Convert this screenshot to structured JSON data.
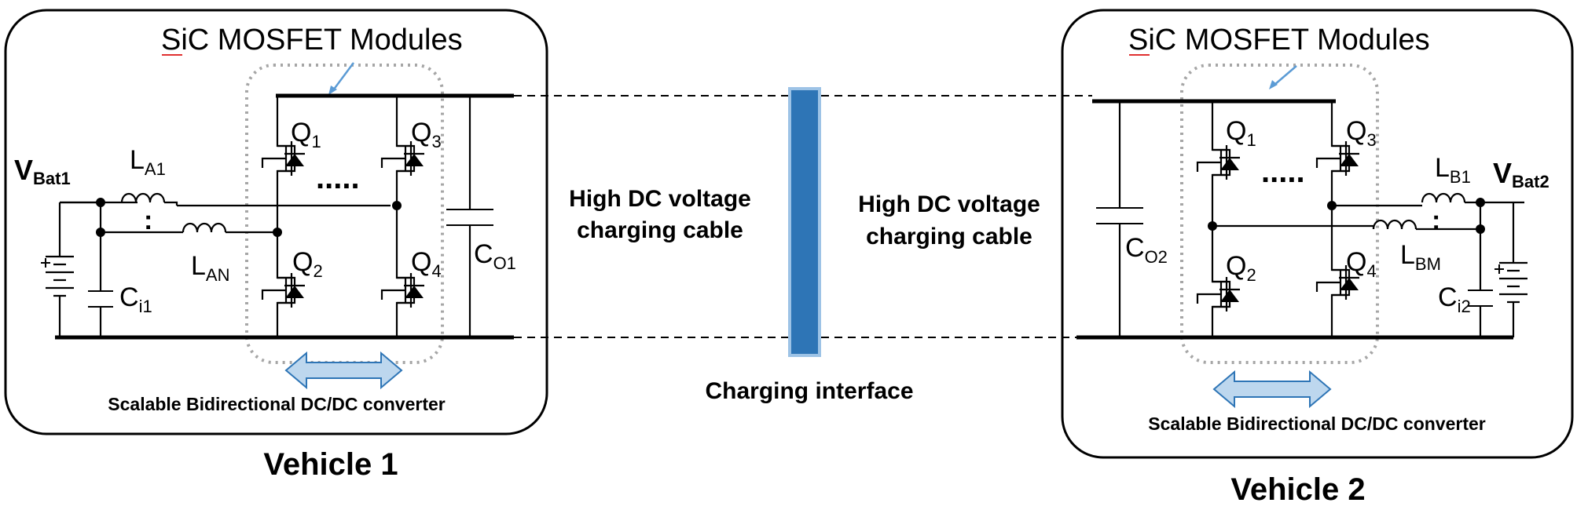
{
  "vehicle1": {
    "module_title": "SiC MOSFET Modules",
    "vehicle_label": "Vehicle 1",
    "converter_label": "Scalable Bidirectional DC/DC converter",
    "battery": {
      "main": "V",
      "sub": "Bat1"
    },
    "inductor_top": {
      "main": "L",
      "sub": "A1"
    },
    "inductor_bottom": {
      "main": "L",
      "sub": "AN"
    },
    "input_cap": {
      "main": "C",
      "sub": "i1"
    },
    "output_cap": {
      "main": "C",
      "sub": "O1"
    },
    "switches": [
      {
        "main": "Q",
        "sub": "1"
      },
      {
        "main": "Q",
        "sub": "3"
      },
      {
        "main": "Q",
        "sub": "2"
      },
      {
        "main": "Q",
        "sub": "4"
      }
    ],
    "ellipsis": ".....",
    "inductor_ellipsis": ":"
  },
  "vehicle2": {
    "module_title": "SiC MOSFET Modules",
    "vehicle_label": "Vehicle 2",
    "converter_label": "Scalable Bidirectional DC/DC converter",
    "battery": {
      "main": "V",
      "sub": "Bat2"
    },
    "inductor_top": {
      "main": "L",
      "sub": "B1"
    },
    "inductor_bottom": {
      "main": "L",
      "sub": "BM"
    },
    "input_cap": {
      "main": "C",
      "sub": "i2"
    },
    "output_cap": {
      "main": "C",
      "sub": "O2"
    },
    "switches": [
      {
        "main": "Q",
        "sub": "1"
      },
      {
        "main": "Q",
        "sub": "3"
      },
      {
        "main": "Q",
        "sub": "2"
      },
      {
        "main": "Q",
        "sub": "4"
      }
    ],
    "ellipsis": ".....",
    "inductor_ellipsis": ":"
  },
  "cable_left": {
    "line1": "High DC voltage",
    "line2": "charging cable"
  },
  "cable_right": {
    "line1": "High DC voltage",
    "line2": "charging cable"
  },
  "interface_label": "Charging interface",
  "colors": {
    "interface_bar": "#2e75b6",
    "interface_bar_border": "#9dc3e6",
    "bidir_arrow_fill": "#bdd7ee",
    "bidir_arrow_stroke": "#2e75b6",
    "pointer_arrow": "#5b9bd5",
    "module_dotted_box": "#a6a6a6",
    "spell_underline": "#e03030"
  }
}
